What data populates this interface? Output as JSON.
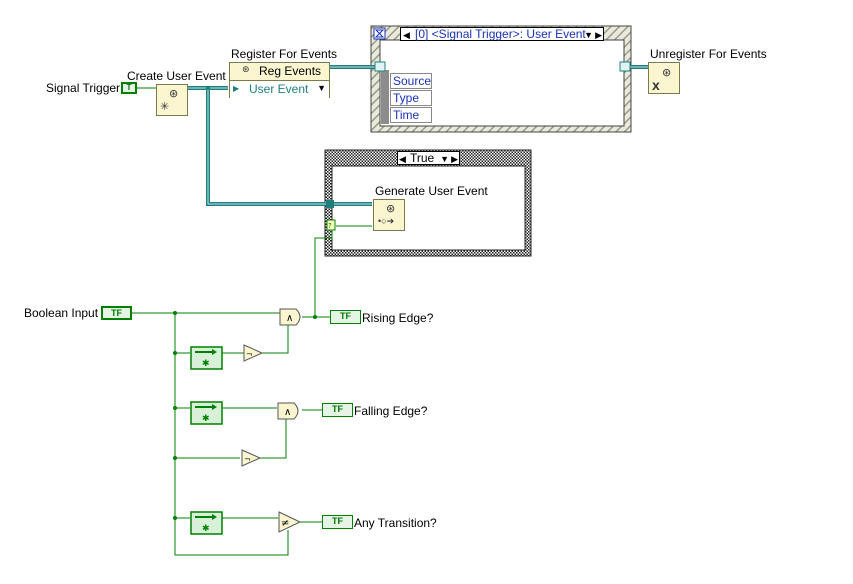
{
  "signal_trigger_label": "Signal Trigger",
  "signal_trigger_terminal": "T",
  "create_user_event_label": "Create User Event",
  "register_for_events_label": "Register For Events",
  "reg_events_label": "Reg Events",
  "user_event_label": "User Event",
  "event_structure_case": "[0] <Signal Trigger>: User Event",
  "event_data_fields": [
    "Source",
    "Type",
    "Time"
  ],
  "unregister_label": "Unregister For Events",
  "case_structure_case": "True",
  "generate_user_event_label": "Generate User Event",
  "boolean_input_label": "Boolean Input",
  "tf_text": "TF",
  "rising_edge_label": "Rising Edge?",
  "falling_edge_label": "Falling Edge?",
  "any_transition_label": "Any Transition?",
  "colors": {
    "boolean_wire": "#008000",
    "refnum_wire": "#1f7f7f",
    "node_fill": "#fbf6d0",
    "link_text": "#1a33b5"
  }
}
